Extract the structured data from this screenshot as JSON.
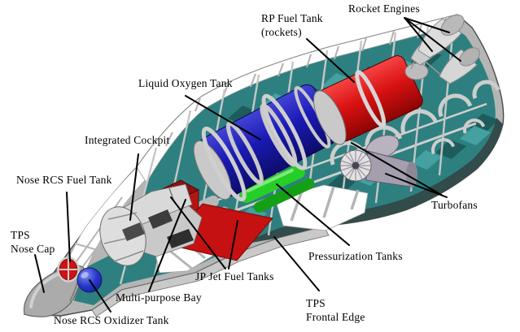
{
  "labels": {
    "rocket_engines": "Rocket Engines",
    "rp_fuel_tank": "RP Fuel Tank\n(rockets)",
    "liquid_oxygen_tank": "Liquid Oxygen Tank",
    "integrated_cockpit": "Integrated Cockpit",
    "nose_rcs_fuel_tank": "Nose RCS Fuel Tank",
    "tps_nose_cap": "TPS\nNose Cap",
    "nose_rcs_oxidizer_tank": "Nose RCS Oxidizer Tank",
    "multi_purpose_bay": "Multi-purpose Bay",
    "jp_jet_fuel_tanks": "JP Jet Fuel Tanks",
    "pressurization_tanks": "Pressurization Tanks",
    "tps_frontal_edge": "TPS\nFrontal Edge",
    "turbofans": "Turbofans"
  },
  "component_colors": {
    "background": "#ffffff",
    "label_text": "#000000",
    "leader_lines": "#000000",
    "airframe_structure": "#b5b5b5",
    "deck_panels_teal": "#2e8080",
    "liquid_oxygen_tank": "#1c1cb8",
    "rp_fuel_tank": "#e01313",
    "jp_jet_fuel_tanks": "#c51111",
    "jp_jet_fuel_tank_dark": "#8e1010",
    "pressurization_tanks": "#22c822",
    "nose_rcs_fuel_tank": "#cf1212",
    "nose_rcs_oxidizer_tank": "#2233cc",
    "rocket_engines": "#dcdcdc",
    "turbofans": "#a59eae",
    "tps_nose_cap": "#ababab",
    "tps_frontal_edge": "#c9c9c9"
  }
}
